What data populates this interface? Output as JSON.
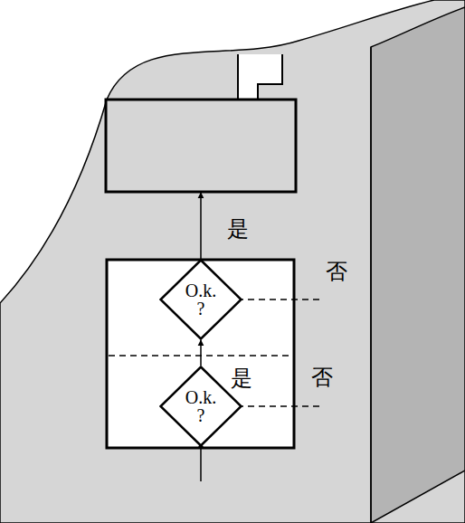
{
  "diagram": {
    "nodes": [
      {
        "text": [
          "O.k. ?"
        ]
      },
      {
        "text": [
          "O.k. ?"
        ]
      }
    ],
    "edges": [
      {
        "from": 1,
        "to": 0,
        "arrow": "to",
        "label": "是"
      }
    ],
    "labels": [
      "是",
      "否",
      "否"
    ]
  }
}
